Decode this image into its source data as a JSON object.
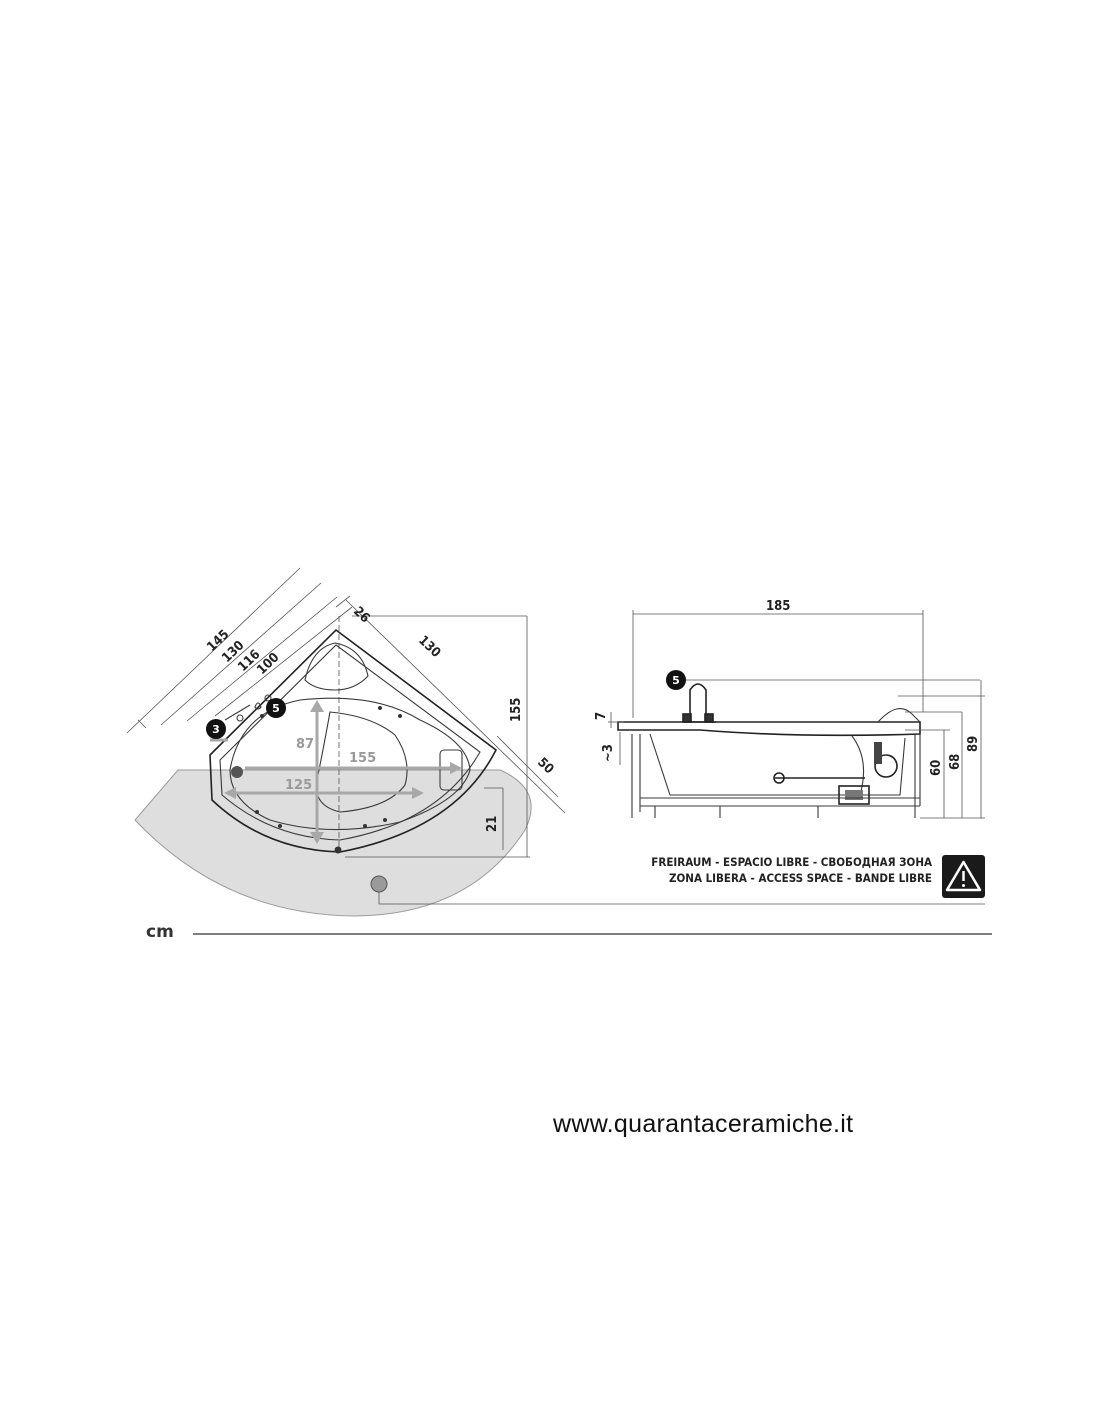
{
  "unit_label": "cm",
  "website": "www.quarantaceramiche.it",
  "plan_view": {
    "diagonal_dims": [
      "145",
      "130",
      "116",
      "100"
    ],
    "rim_dim": "26",
    "side_dim": "130",
    "height_dim": "155",
    "access_depth_dim": "50",
    "interior_depth_dim": "87",
    "interior_length_dim": "155",
    "interior_width_dim": "125",
    "offset_dim": "21",
    "badges": [
      "3",
      "5"
    ]
  },
  "side_view": {
    "length_dim": "185",
    "rim_height_dim": "7",
    "tolerance_dim": "~3",
    "heights": [
      "60",
      "68",
      "89"
    ],
    "badge": "5"
  },
  "access_space": {
    "line1": "FREIRAUM - ESPACIO LIBRE - СВОБОДНАЯ ЗОНА",
    "line2": "ZONA LIBERA - ACCESS SPACE - BANDE LIBRE",
    "warning_icon": "warning-triangle-icon"
  },
  "colors": {
    "access_zone_fill": "#dedede",
    "line": "#3a3a3a"
  }
}
